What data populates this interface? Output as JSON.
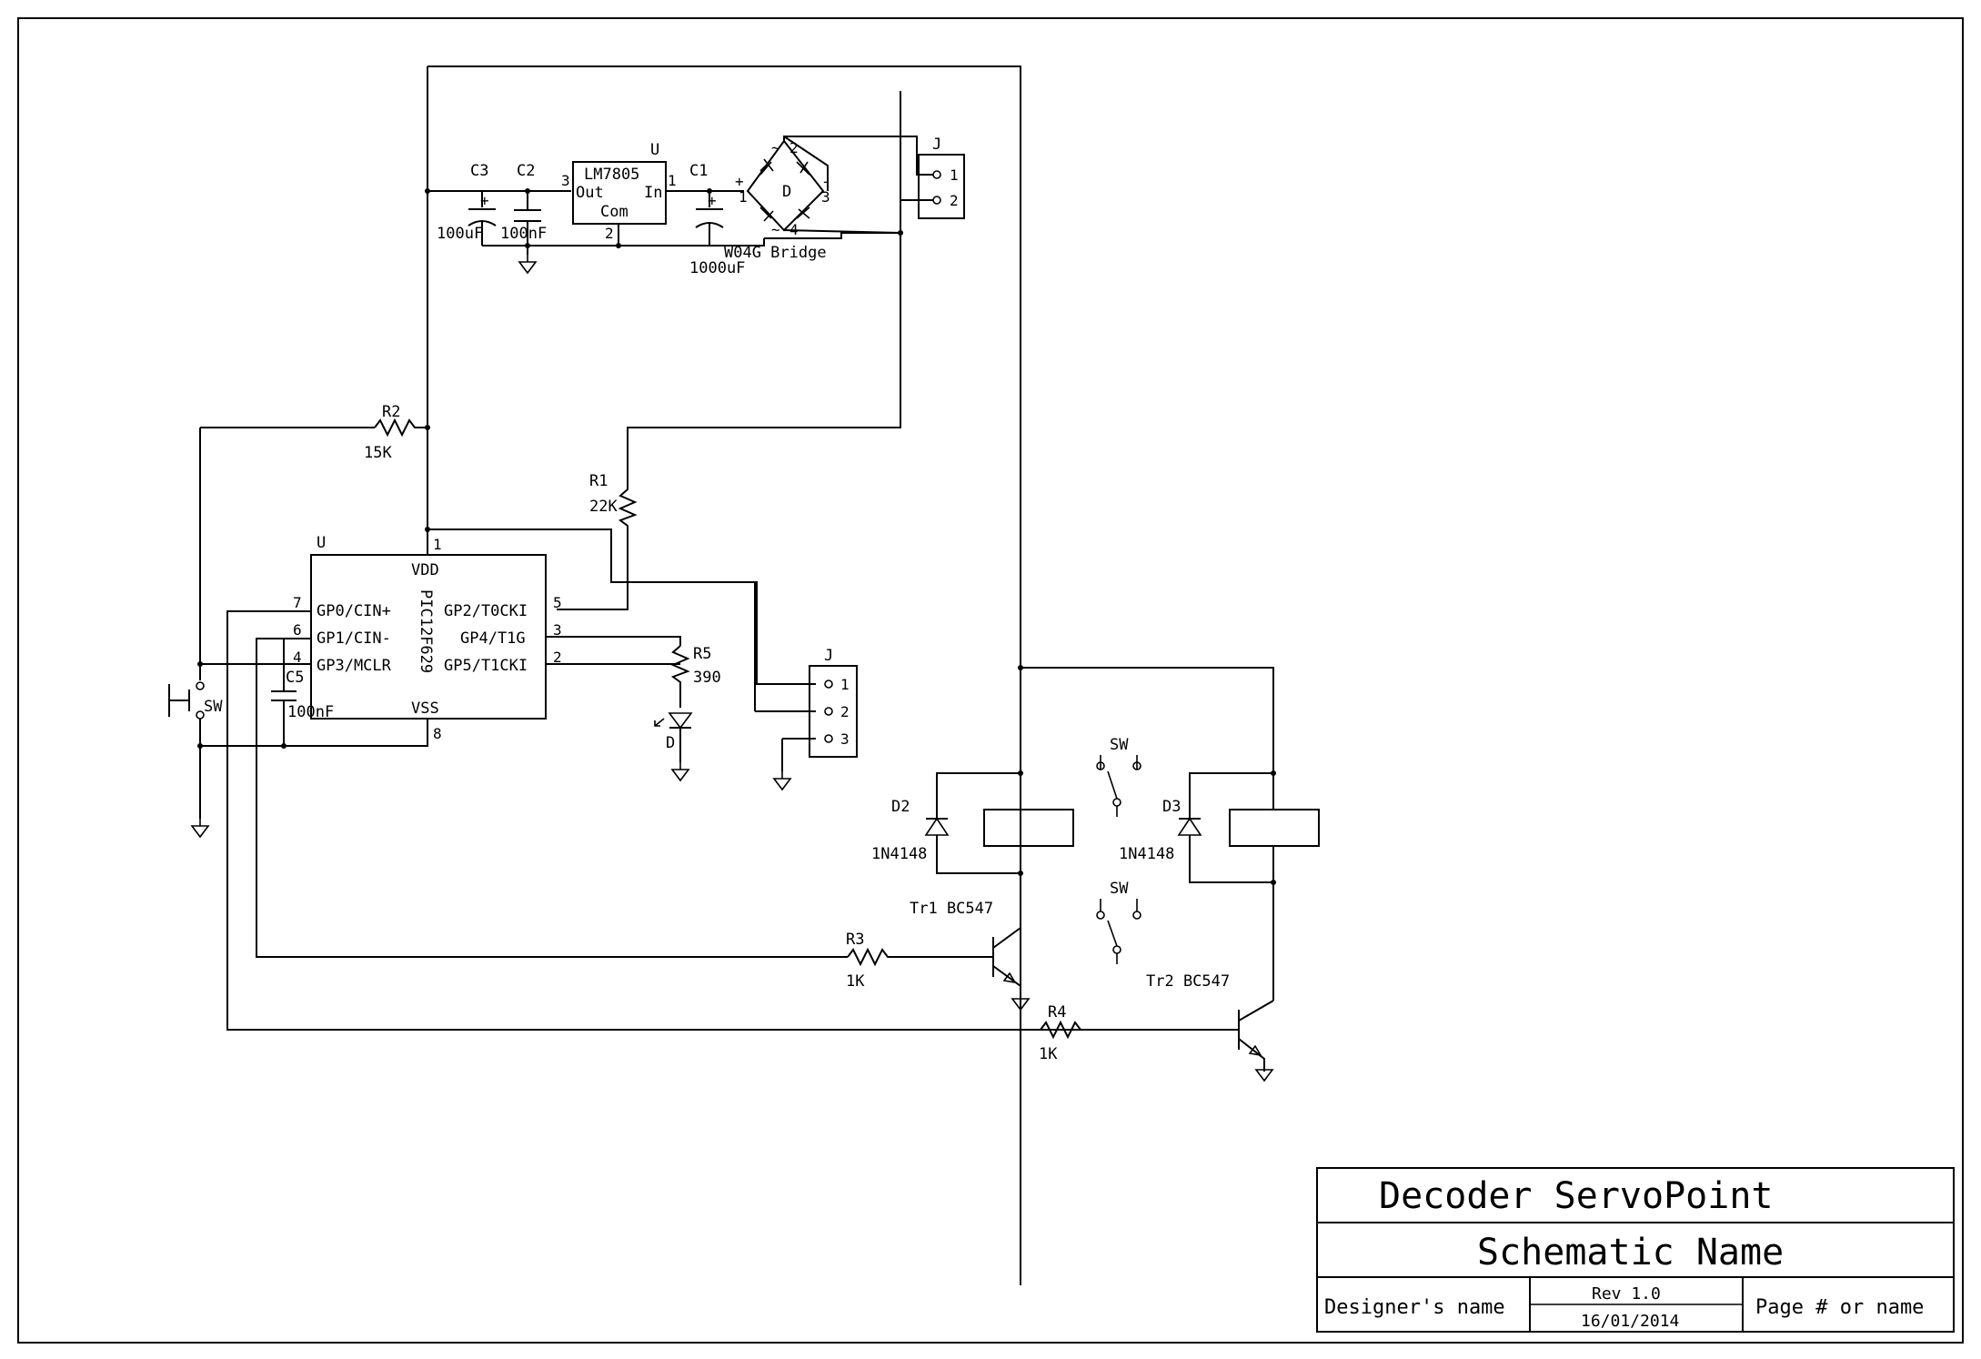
{
  "title_block": {
    "project": "Decoder ServoPoint",
    "schematic": "Schematic Name",
    "designer": "Designer's name",
    "rev": "Rev 1.0",
    "date": "16/01/2014",
    "page": "Page # or name"
  },
  "power": {
    "regulator_ref": "U",
    "regulator_name": "LM7805",
    "reg_out": "Out",
    "reg_in": "In",
    "reg_com": "Com",
    "pin_out": "3",
    "pin_in": "1",
    "pin_com": "2",
    "c3_ref": "C3",
    "c3_val": "100uF",
    "c2_ref": "C2",
    "c2_val": "100nF",
    "c1_ref": "C1",
    "c1_val": "1000uF",
    "bridge_ref": "D",
    "bridge_val": "W04G Bridge",
    "bridge_pins": [
      "2",
      "1",
      "3",
      "4"
    ],
    "plus": "+",
    "minus": "-",
    "tilde": "~",
    "connector_ref": "J",
    "connector_pins": [
      "1",
      "2"
    ]
  },
  "resistors": {
    "r1_ref": "R1",
    "r1_val": "22K",
    "r2_ref": "R2",
    "r2_val": "15K",
    "r3_ref": "R3",
    "r3_val": "1K",
    "r4_ref": "R4",
    "r4_val": "1K",
    "r5_ref": "R5",
    "r5_val": "390"
  },
  "mcu": {
    "ref": "U",
    "name": "PIC12F629",
    "vdd": "VDD",
    "vss": "VSS",
    "vdd_pin": "1",
    "vss_pin": "8",
    "left_pins": [
      {
        "num": "7",
        "label": "GP0/CIN+"
      },
      {
        "num": "6",
        "label": "GP1/CIN-"
      },
      {
        "num": "4",
        "label": "GP3/MCLR"
      }
    ],
    "right_pins": [
      {
        "num": "5",
        "label": "GP2/T0CKI"
      },
      {
        "num": "3",
        "label": "GP4/T1G"
      },
      {
        "num": "2",
        "label": "GP5/T1CKI"
      }
    ],
    "c5_ref": "C5",
    "c5_val": "100nF",
    "sw_ref": "SW",
    "led_ref": "D"
  },
  "servo_connector": {
    "ref": "J",
    "pins": [
      "1",
      "2",
      "3"
    ]
  },
  "relays": {
    "d2_ref": "D2",
    "d2_val": "1N4148",
    "d3_ref": "D3",
    "d3_val": "1N4148",
    "tr1": "Tr1 BC547",
    "tr2": "Tr2 BC547",
    "sw_top": "SW",
    "sw_bottom": "SW"
  }
}
